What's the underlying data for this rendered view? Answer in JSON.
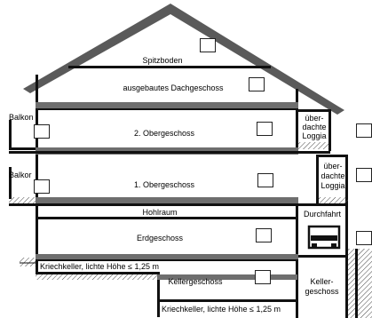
{
  "rooms": {
    "spitzboden": "Spitzboden",
    "dachgeschoss": "ausgebautes Dachgeschoss",
    "og2": "2. Obergeschoss",
    "og1": "1. Obergeschoss",
    "hohlraum": "Hohlraum",
    "erdgeschoss": "Erdgeschoss",
    "kriechkeller_left": "Kriechkeller, lichte Höhe ≤ 1,25 m",
    "kellergeschoss": "Kellergeschoss",
    "kriechkeller_bottom": "Kriechkeller, lichte Höhe ≤ 1,25 m",
    "balkon_top": "Balkon",
    "balkon_lower": "Balkor",
    "loggia_top_line1": "über-",
    "loggia_top_line2": "dachte",
    "loggia_top_line3": "Loggia",
    "loggia_lower_line1": "über-",
    "loggia_lower_line2": "dachte",
    "loggia_lower_line3": "Loggia",
    "durchfahrt": "Durchfahrt",
    "keller_right_line1": "Keller-",
    "keller_right_line2": "geschoss"
  },
  "checkboxes": {
    "spitzboden": false,
    "dachgeschoss": false,
    "balkon_top": false,
    "og2": false,
    "loggia_top": false,
    "balkon_lower": false,
    "og1": false,
    "loggia_lower": false,
    "erdgeschoss": false,
    "durchfahrt": false,
    "kellergeschoss": false
  },
  "colors": {
    "wall": "#111111",
    "slab": "#6e6e6e",
    "roof": "#5a5a5a",
    "hatch": "#444444",
    "checkbox_border": "#222222"
  }
}
